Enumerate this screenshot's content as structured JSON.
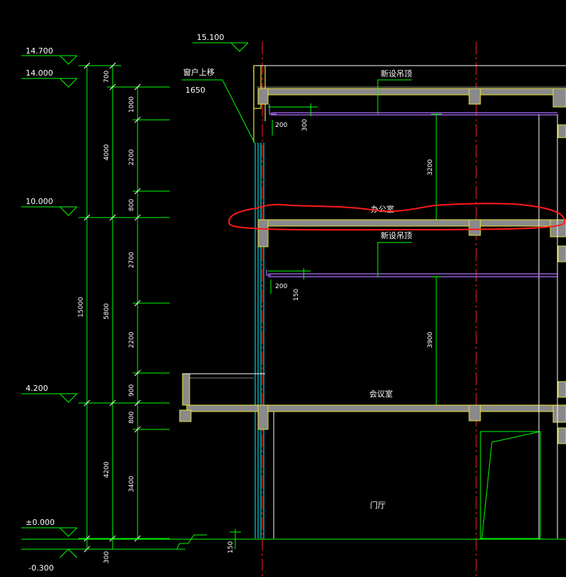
{
  "levels": {
    "l14700": "14.700",
    "l15100": "15.100",
    "l14000": "14.000",
    "l10000": "10.000",
    "l4200": "4.200",
    "l0000": "±0.000",
    "lminus": "-0.300"
  },
  "dimensions": {
    "d15000": "15000",
    "d300": "300",
    "d4000": "4000",
    "d5800": "5800",
    "d4200a": "4200",
    "d700": "700",
    "d1000": "1000",
    "d2200a": "2200",
    "d800a": "800",
    "d2700": "2700",
    "d2200b": "2200",
    "d900": "900",
    "d800b": "800",
    "d3400": "3400",
    "d200a": "200",
    "d300b": "300",
    "d200b": "200",
    "d150a": "150",
    "d3200": "3200",
    "d3900": "3900",
    "d150b": "150"
  },
  "notes": {
    "window_move": "窗户上移",
    "window_value": "1650",
    "new_ceiling_1": "新设吊顶",
    "new_ceiling_2": "新设吊顶"
  },
  "rooms": {
    "office": "办公室",
    "meeting": "会议室",
    "lobby": "门厅"
  },
  "colors": {
    "dim_line": "#00ff00",
    "slab_fill": "#8a8a8a",
    "slab_edge": "#e8e040",
    "window": "#00ffff",
    "axis": "#ff2020",
    "ceiling": "#b070ff",
    "revision_cloud": "#ff1a1a",
    "text": "#ffffff"
  }
}
